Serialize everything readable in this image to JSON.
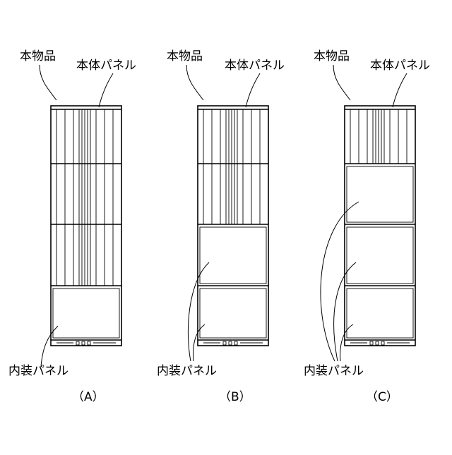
{
  "labels": {
    "product": "本物品",
    "body_panel": "本体パネル",
    "interior_panel": "内装パネル"
  },
  "figures": [
    {
      "id": "a",
      "caption": "（A）",
      "interior_panels": 1
    },
    {
      "id": "b",
      "caption": "（B）",
      "interior_panels": 2
    },
    {
      "id": "c",
      "caption": "（C）",
      "interior_panels": 3
    }
  ]
}
